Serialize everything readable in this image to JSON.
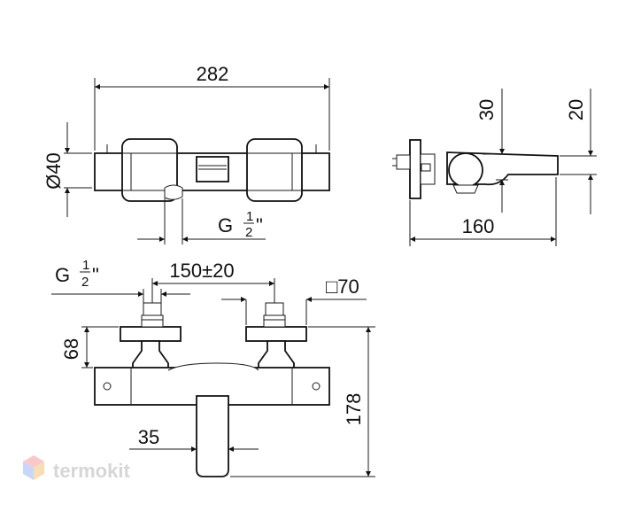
{
  "dimensions": {
    "overall_width": "282",
    "body_diameter": "Ø40",
    "inlet_thread_top": "G",
    "inlet_thread_top_fraction_num": "1",
    "inlet_thread_top_fraction_den": "2",
    "inlet_thread_top_suffix": "\"",
    "side_depth_30": "30",
    "side_depth_20": "20",
    "side_projection": "160",
    "inlet_thread_left": "G",
    "inlet_thread_left_fraction_num": "1",
    "inlet_thread_left_fraction_den": "2",
    "inlet_thread_left_suffix": "\"",
    "centers_distance": "150±20",
    "flange_size": "□70",
    "height_68": "68",
    "total_height": "178",
    "spout_offset": "35"
  },
  "logo": {
    "text": "termokit",
    "colors": [
      "#f7b7b7",
      "#b7c9f7",
      "#f5d39b"
    ]
  }
}
